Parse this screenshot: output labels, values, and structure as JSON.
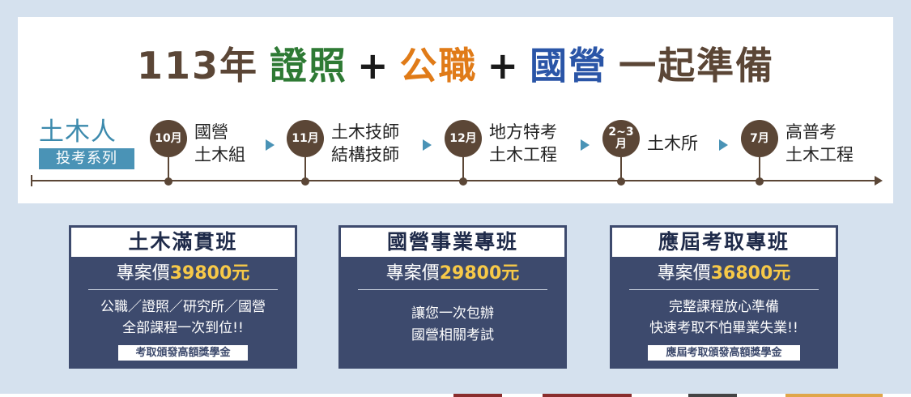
{
  "headline": {
    "part1": "113年",
    "part2": "證照",
    "plus": "+",
    "part3": "公職",
    "part4": "國營",
    "part5": "一起準備"
  },
  "series": {
    "title": "土木人",
    "tag": "投考系列"
  },
  "timeline": [
    {
      "month_line1": "10月",
      "month_line2": "",
      "text_line1": "國營",
      "text_line2": "土木組"
    },
    {
      "month_line1": "11月",
      "month_line2": "",
      "text_line1": "土木技師",
      "text_line2": "結構技師"
    },
    {
      "month_line1": "12月",
      "month_line2": "",
      "text_line1": "地方特考",
      "text_line2": "土木工程"
    },
    {
      "month_line1": "2~3",
      "month_line2": "月",
      "text_line1": "土木所",
      "text_line2": ""
    },
    {
      "month_line1": "7月",
      "month_line2": "",
      "text_line1": "高普考",
      "text_line2": "土木工程"
    }
  ],
  "cards": [
    {
      "title": "土木滿貫班",
      "price_label": "專案價",
      "price_amount": "39800元",
      "desc_line1": "公職／證照／研究所／國營",
      "desc_line2": "全部課程一次到位!!",
      "badge": "考取頒發高額獎學金"
    },
    {
      "title": "國營事業專班",
      "price_label": "專案價",
      "price_amount": "29800元",
      "desc_line1": "讓您一次包辦",
      "desc_line2": "國營相關考試",
      "badge": ""
    },
    {
      "title": "應屆考取專班",
      "price_label": "專案價",
      "price_amount": "36800元",
      "desc_line1": "完整課程放心準備",
      "desc_line2": "快速考取不怕畢業失業!!",
      "badge": "應屆考取頒發高額獎學金"
    }
  ],
  "colors": {
    "background": "#d5e1ee",
    "brown": "#5b4636",
    "green": "#2e7a34",
    "orange": "#e07b18",
    "blue": "#2a55a7",
    "teal": "#4a93b6",
    "card_navy": "#3d4a6d",
    "price_yellow": "#f7c948"
  }
}
